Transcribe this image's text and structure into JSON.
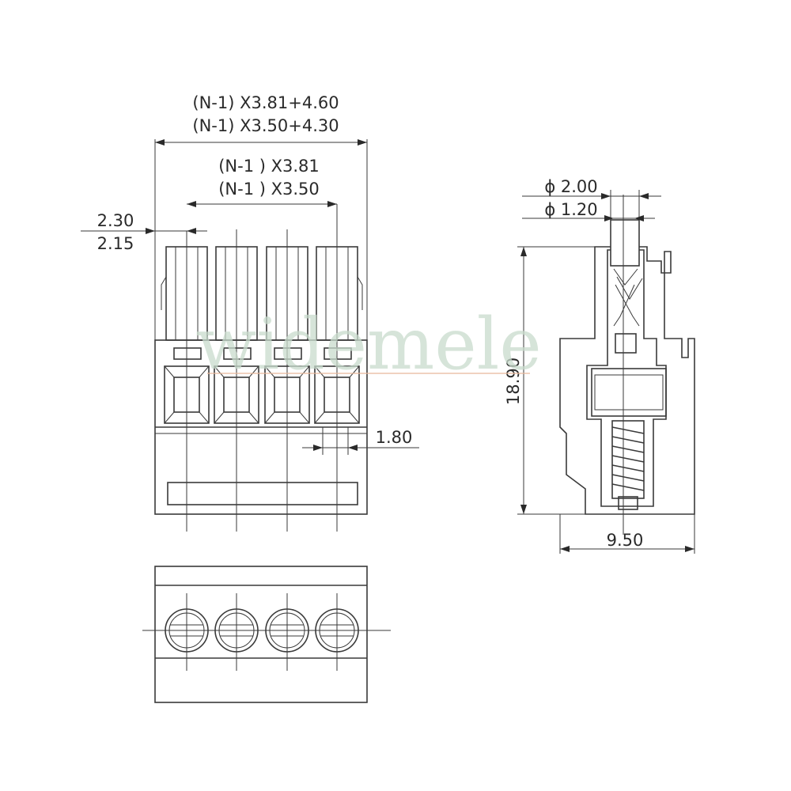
{
  "dimensions": {
    "total_width_a": "(N-1) X3.81+4.60",
    "total_width_b": "(N-1) X3.50+4.30",
    "pitch_a": "(N-1 ) X3.81",
    "pitch_b": "(N-1 ) X3.50",
    "edge_a": "2.30",
    "edge_b": "2.15",
    "slot": "1.80",
    "hole_outer": "ϕ 2.00",
    "hole_inner": "ϕ 1.20",
    "height": "18.90",
    "depth": "9.50"
  },
  "watermark": "widemele",
  "pin_count": 4
}
